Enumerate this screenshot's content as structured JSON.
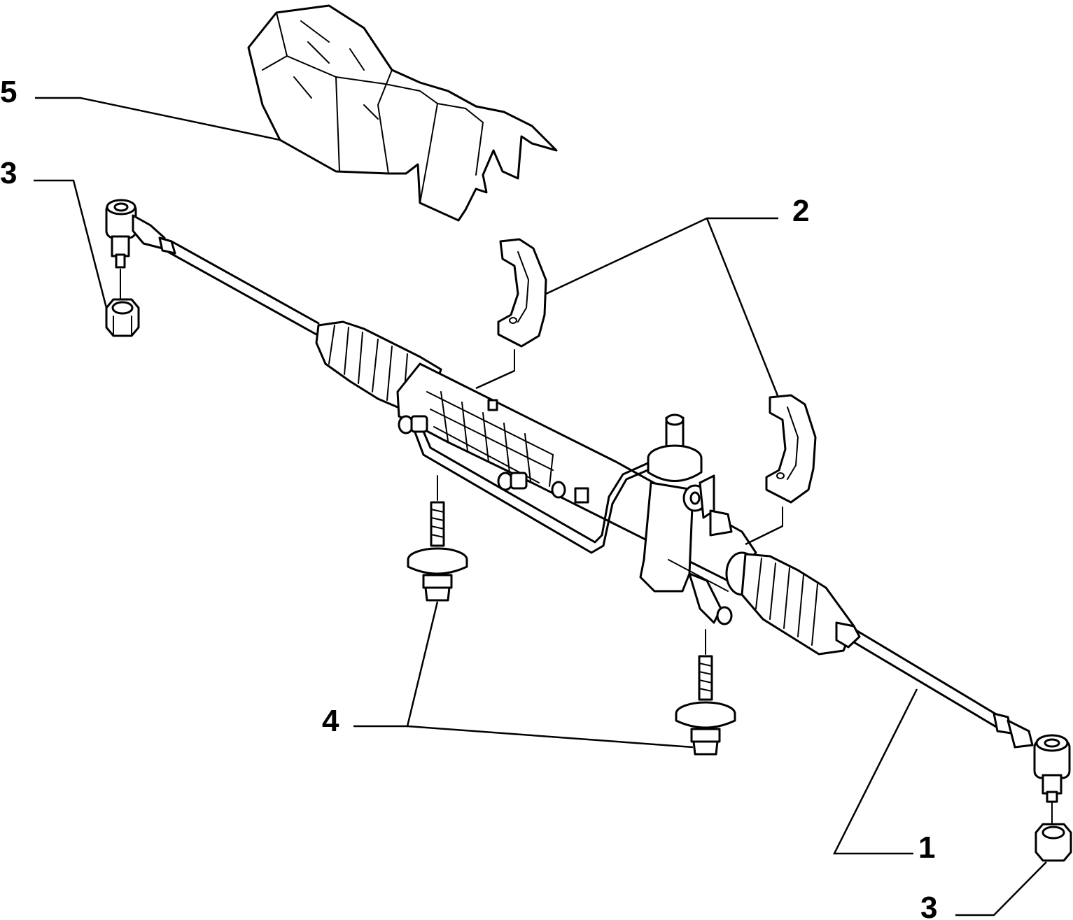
{
  "callouts": {
    "part_1": "1",
    "part_2": "2",
    "part_3_top": "3",
    "part_3_bottom": "3",
    "part_4": "4",
    "part_5": "5"
  }
}
